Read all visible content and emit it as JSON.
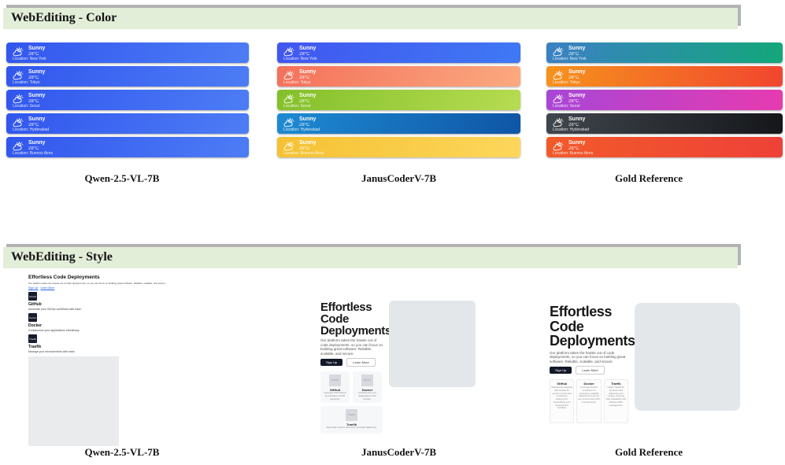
{
  "captions": {
    "qwen": "Qwen-2.5-VL-7B",
    "janus": "JanusCoderV-7B",
    "gold": "Gold Reference"
  },
  "color_section": {
    "header": "WebEditing - Color",
    "card_labels": {
      "condition": "Sunny",
      "temperature": "28°C"
    },
    "locations": [
      "Location: New York",
      "Location: Tokyo",
      "Location: Seoul",
      "Location: Hyderabad",
      "Location: Buenos Aires"
    ],
    "columns": [
      {
        "model": "Qwen-2.5-VL-7B",
        "gradients": [
          "linear-gradient(115deg,#3156ee,#4d7df5)",
          "linear-gradient(115deg,#3156ee,#4d7df5)",
          "linear-gradient(115deg,#3156ee,#4d7df5)",
          "linear-gradient(115deg,#3156ee,#4d7df5)",
          "linear-gradient(115deg,#3156ee,#4d7df5)"
        ]
      },
      {
        "model": "JanusCoderV-7B",
        "gradients": [
          "linear-gradient(115deg,#4156f0,#3f79f4)",
          "linear-gradient(115deg,#f4705a,#fbaa80)",
          "linear-gradient(115deg,#83c02a,#b7dc52)",
          "linear-gradient(115deg,#1f8bd3,#0e55a5)",
          "linear-gradient(115deg,#f5c133,#fdd75c)"
        ]
      },
      {
        "model": "Gold Reference",
        "gradients": [
          "linear-gradient(100deg,#3b80c4,#13a77b)",
          "linear-gradient(100deg,#f6931d,#f1452f)",
          "linear-gradient(100deg,#a846d6,#e63bb0)",
          "linear-gradient(100deg,#40464d,#141619)",
          "linear-gradient(100deg,#f25a2a,#ee4138)"
        ]
      }
    ]
  },
  "style_section": {
    "header": "WebEditing - Style",
    "qwen": {
      "heading": "Effortless Code Deployments",
      "paragraph": "Our platform takes the hassle out of code deployments, so you can focus on building great software. Reliable, scalable, and secure.",
      "links": [
        "Sign Up",
        "Learn More"
      ],
      "features": [
        {
          "title": "GitHub",
          "desc": "Automate your GitOps workflows with ease."
        },
        {
          "title": "Docker",
          "desc": "Containerize your applications effortlessly."
        },
        {
          "title": "Traefik",
          "desc": "Manage your microservices with ease."
        }
      ]
    },
    "janus": {
      "heading": "Effortless Code Deployments",
      "paragraph": "Our platform takes the hassle out of code deployments, so you can focus on building great software. Reliable, scalable, and secure.",
      "buttons": [
        "Sign Up",
        "Learn More"
      ],
      "cards": [
        {
          "title": "GitHub",
          "desc": "Integrate with GitHub for effortless CI/CD pipelines."
        },
        {
          "title": "Docker",
          "desc": "Containerize your applications with Docker."
        },
        {
          "title": "Traefik",
          "desc": "Automatic service discovery and load balancing."
        }
      ]
    },
    "gold": {
      "heading": "Effortless Code Deployments",
      "paragraph": "Our platform takes the hassle out of code deployments, so you can focus on building great software. Reliable, scalable, and secure.",
      "buttons": [
        "Sign Up",
        "Learn More"
      ],
      "cards": [
        {
          "title": "GitHub",
          "desc": "Seamlessly integrate with GitHub for version control and continuous deployment, streamlining your development workflow."
        },
        {
          "title": "Docker",
          "desc": "Leverage Docker containers for consistent, scalable deployments across any environment with minimal setup."
        },
        {
          "title": "Traefik",
          "desc": "Utilize Traefik for dynamic load balancing and routing, ensuring high availability and efficient traffic management."
        }
      ]
    }
  }
}
